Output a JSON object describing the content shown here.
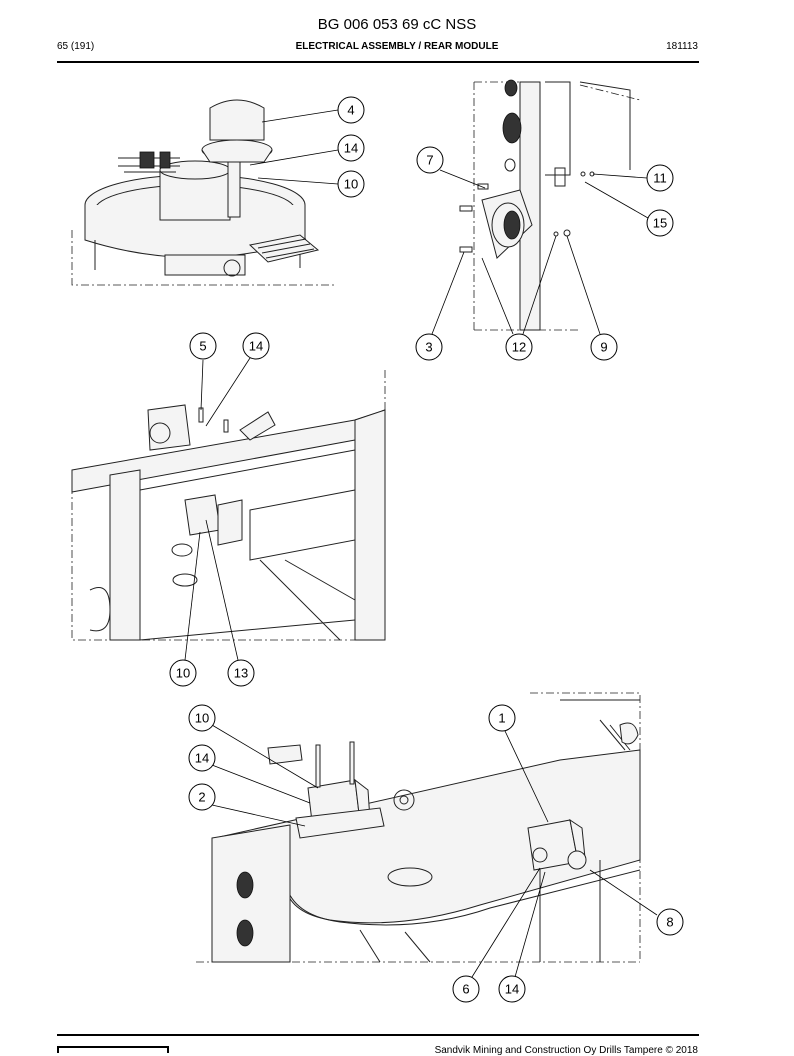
{
  "header": {
    "title": "BG 006 053 69 cC NSS",
    "page": "65 (191)",
    "section": "ELECTRICAL ASSEMBLY / REAR MODULE",
    "date": "181113"
  },
  "footer": {
    "text": "Sandvik Mining and Construction Oy Drills Tampere © 2018"
  },
  "views": [
    {
      "name": "view-top-left",
      "callouts": [
        "4",
        "14",
        "10"
      ]
    },
    {
      "name": "view-top-right",
      "callouts": [
        "7",
        "11",
        "15",
        "3",
        "12",
        "9"
      ]
    },
    {
      "name": "view-middle-left",
      "callouts": [
        "5",
        "14",
        "10",
        "13"
      ]
    },
    {
      "name": "view-bottom",
      "callouts": [
        "10",
        "1",
        "14",
        "2",
        "8",
        "6",
        "14"
      ]
    }
  ]
}
